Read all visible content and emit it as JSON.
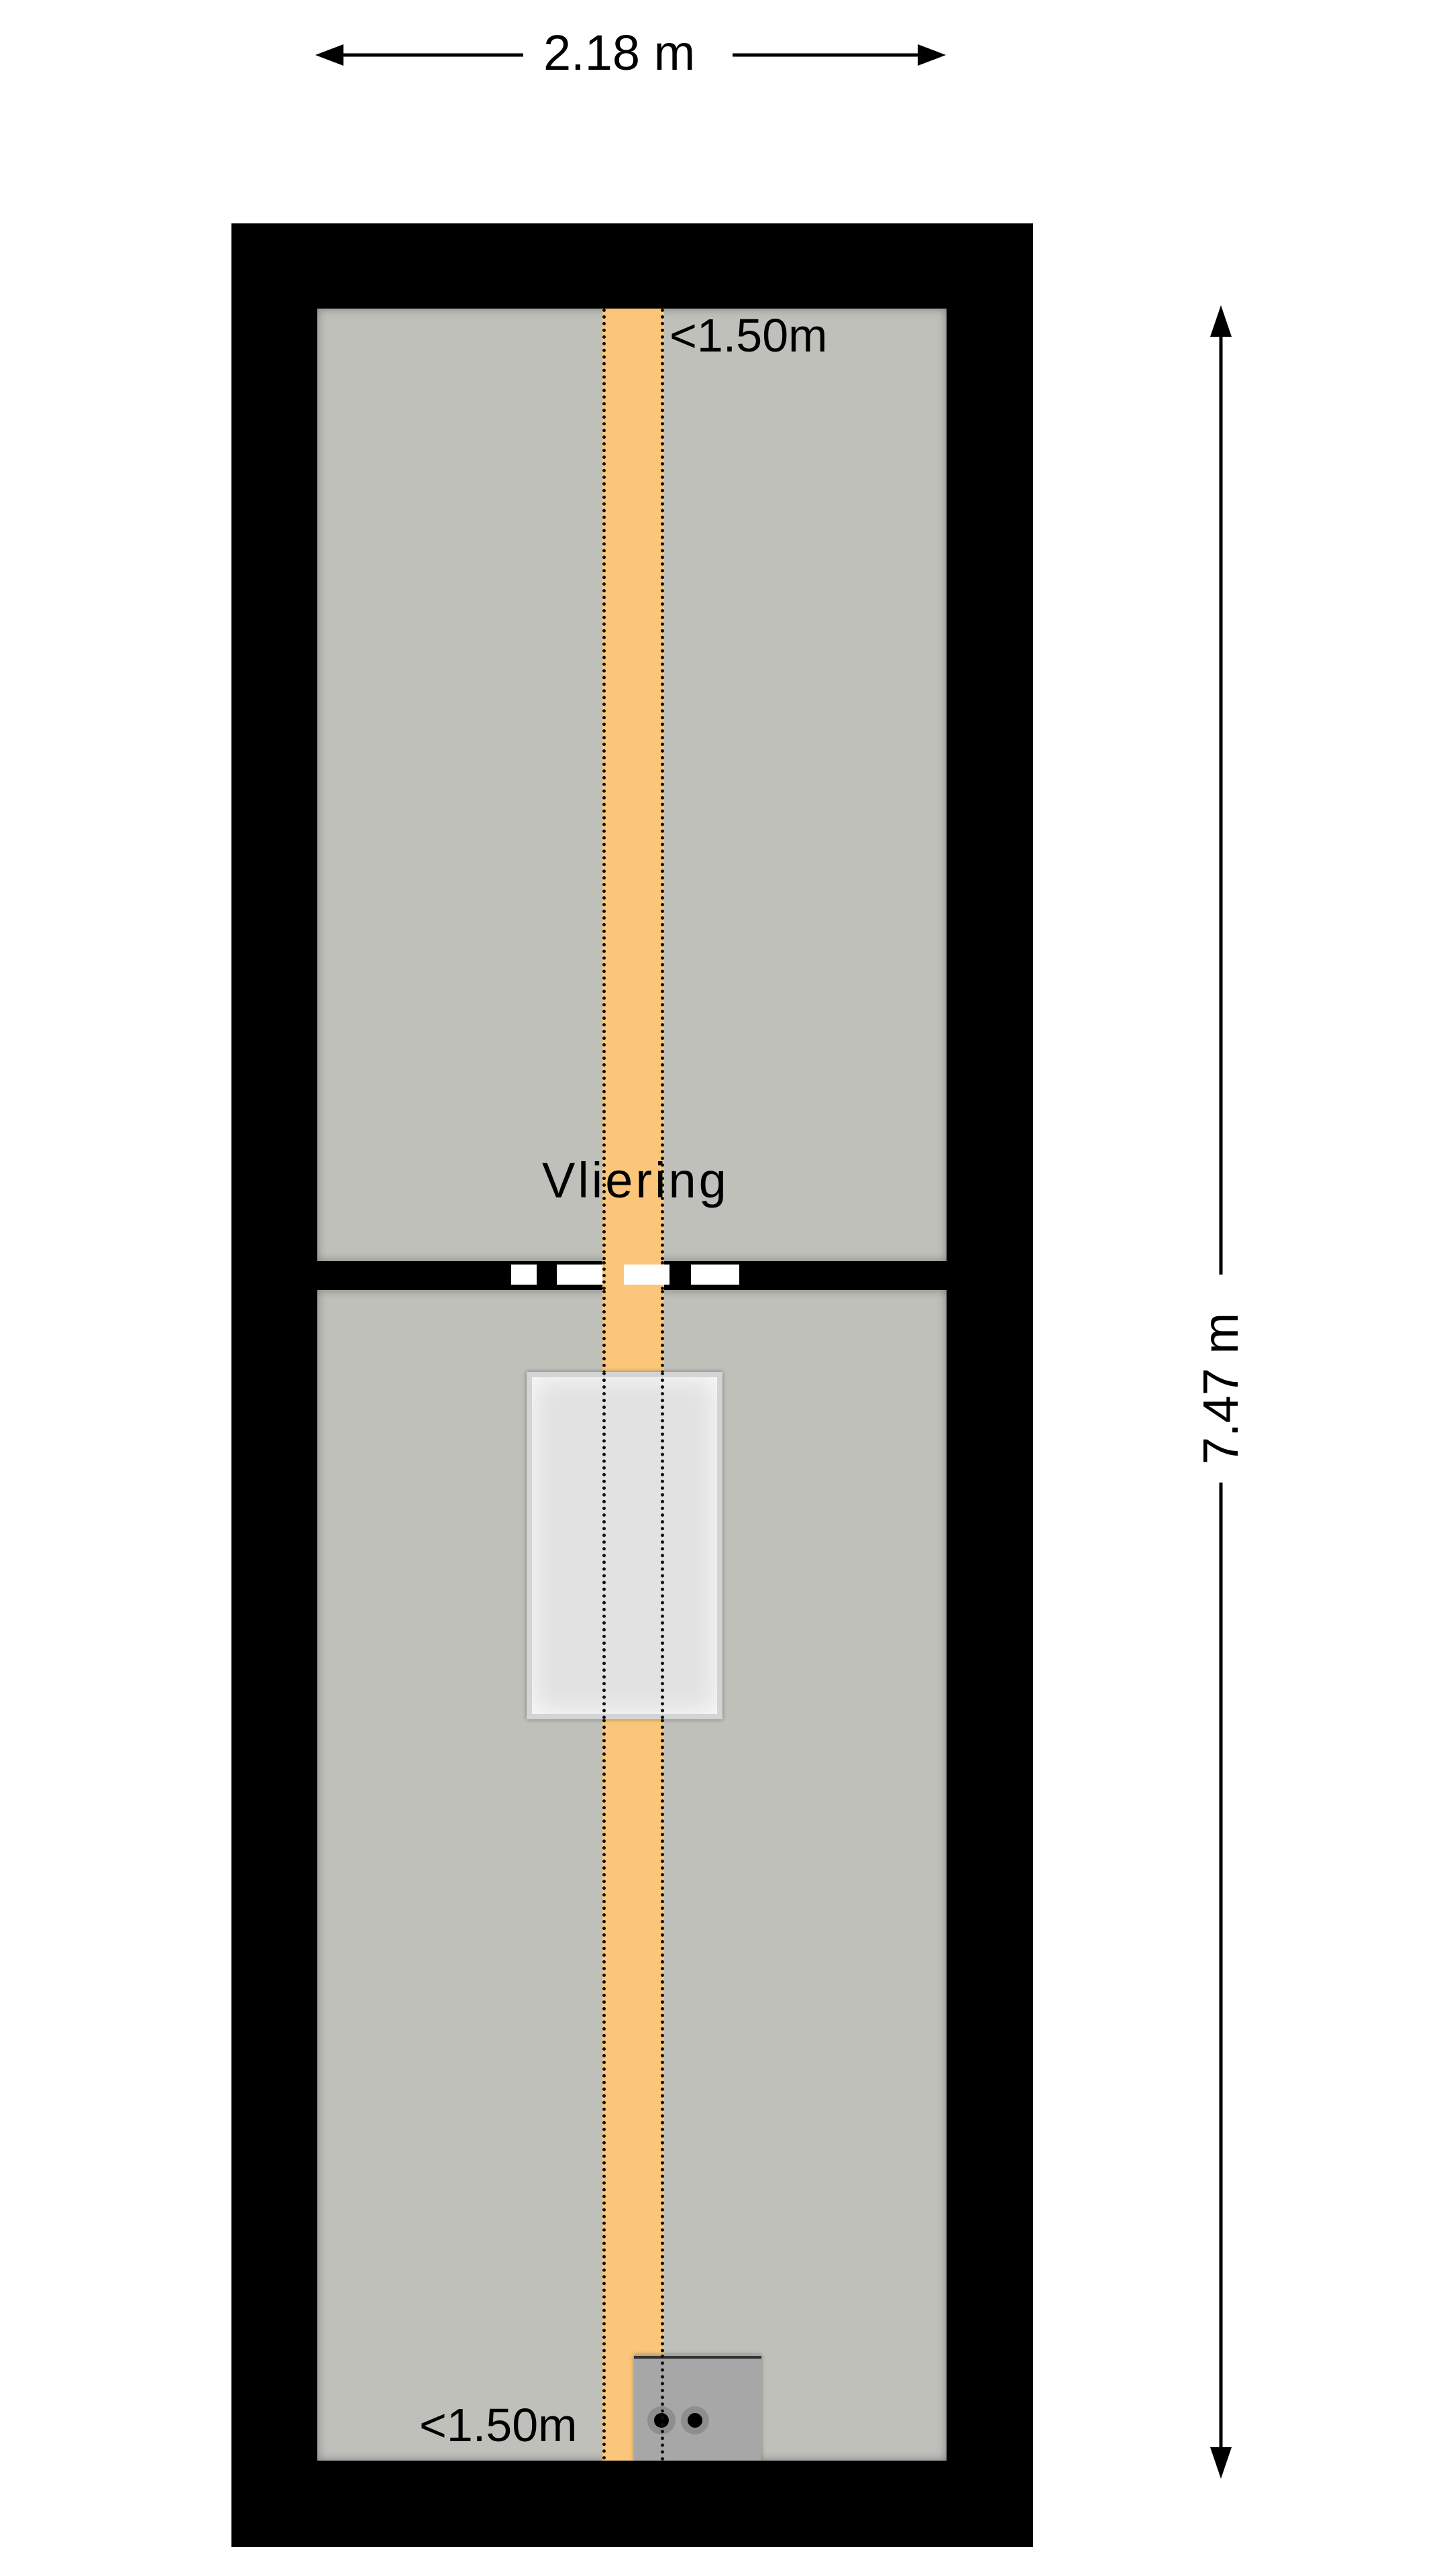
{
  "dimensions": {
    "width_label": "2.18 m",
    "height_label": "7.47 m"
  },
  "rooms": {
    "room_name": "Vliering",
    "low_height_top": "<1.50m",
    "low_height_bottom": "<1.50m"
  },
  "colors": {
    "wall": "#000000",
    "floor": "#c0c0bb",
    "low_height_strip": "#fbc679",
    "hatch": "#e2e2e2"
  }
}
